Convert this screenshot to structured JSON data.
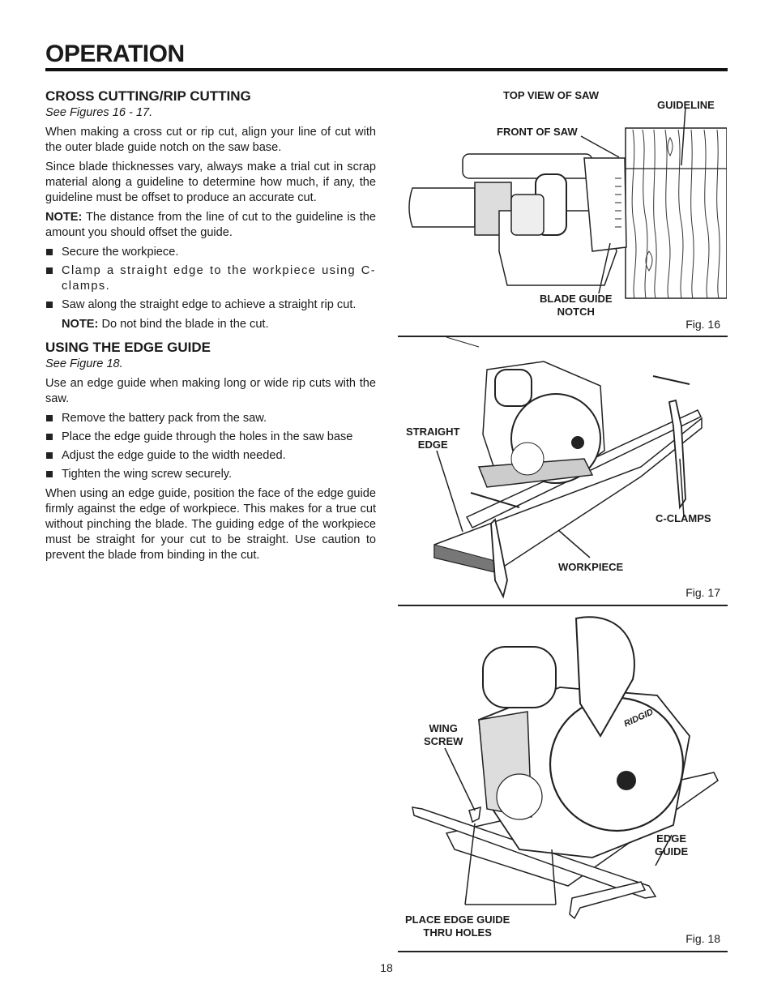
{
  "page": {
    "title": "OPERATION",
    "number": "18"
  },
  "section1": {
    "heading": "CROSS CUTTING/RIP CUTTING",
    "see": "See Figures 16 - 17.",
    "p1": "When making a cross cut or rip cut, align your line of cut with the outer blade guide notch on the saw base.",
    "p2": "Since blade thicknesses vary, always make a trial cut in scrap material along a guideline to determine how much, if any, the guideline must be offset to produce an accurate cut.",
    "note_label": "NOTE:",
    "note_text": " The distance from the line of cut to the guideline is the amount you should offset the guide.",
    "bullets": [
      "Secure the workpiece.",
      "Clamp a straight edge to the workpiece using C-clamps.",
      "Saw along the straight edge to achieve a straight rip cut."
    ],
    "note2_label": "NOTE:",
    "note2_text": " Do not bind the blade in the cut."
  },
  "section2": {
    "heading": "USING THE EDGE GUIDE",
    "see": "See Figure 18.",
    "p1": "Use an edge guide when making long or wide rip cuts with the saw.",
    "bullets": [
      "Remove the battery pack from the saw.",
      "Place the edge guide through the holes in the saw base",
      "Adjust the edge guide to the width needed.",
      "Tighten the wing screw securely."
    ],
    "p2": "When using an edge guide, position the face of the edge guide firmly against the edge of workpiece. This makes for a true cut without pinching the blade. The guiding edge of the workpiece must be straight for your cut to be straight. Use caution to prevent the blade from binding in the cut."
  },
  "fig16": {
    "top_view": "TOP VIEW OF SAW",
    "guideline": "GUIDELINE",
    "front": "FRONT OF SAW",
    "notch_line1": "BLADE GUIDE",
    "notch_line2": "NOTCH",
    "caption": "Fig. 16"
  },
  "fig17": {
    "straight_line1": "STRAIGHT",
    "straight_line2": "EDGE",
    "clamps": "C-CLAMPS",
    "workpiece": "WORKPIECE",
    "caption": "Fig. 17"
  },
  "fig18": {
    "wing_line1": "WING",
    "wing_line2": "SCREW",
    "edge_line1": "EDGE",
    "edge_line2": "GUIDE",
    "place_line1": "PLACE EDGE GUIDE",
    "place_line2": "THRU HOLES",
    "brand": "RIDGID",
    "caption": "Fig. 18"
  }
}
